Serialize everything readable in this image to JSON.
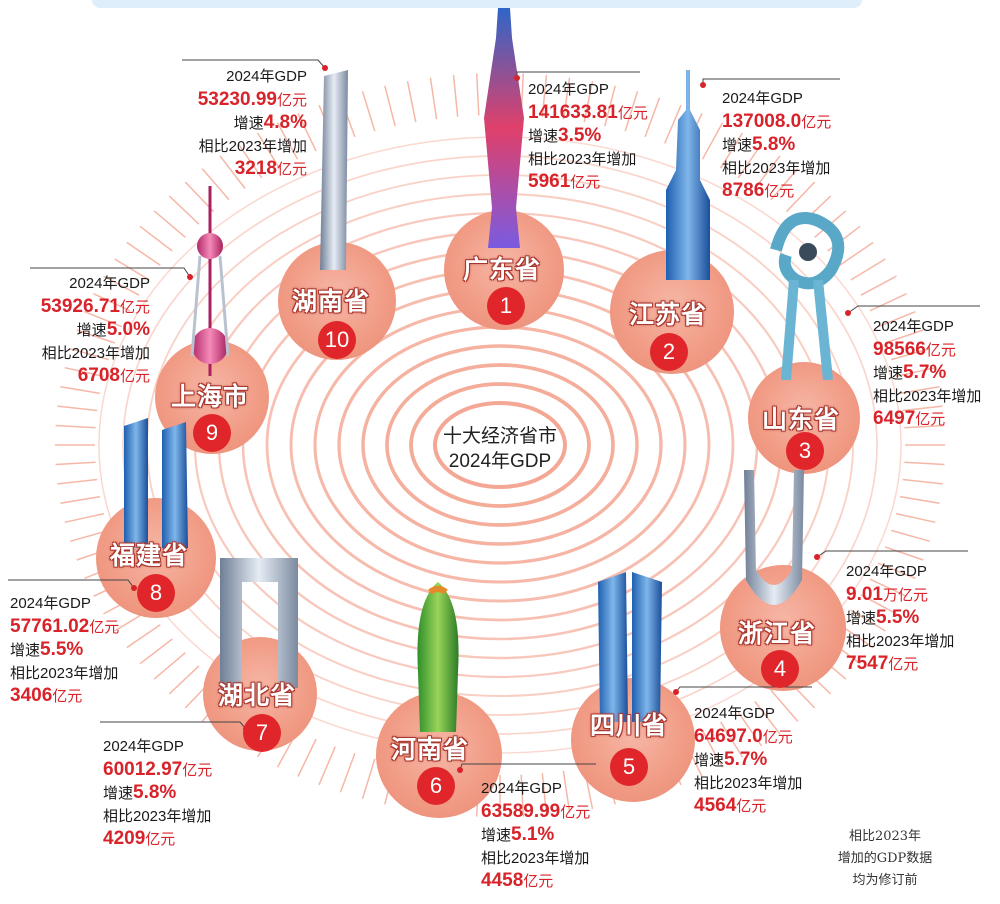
{
  "center": {
    "title": "十大经济省市",
    "subtitle": "2024年GDP"
  },
  "note": {
    "lines": [
      "相比2023年",
      "增加的GDP数据",
      "均为修订前"
    ]
  },
  "labels": {
    "gdp_year": "2024年GDP",
    "growth": "增速",
    "increase": "相比2023年增加"
  },
  "colors": {
    "accent": "#d8232a",
    "circle": "#f19c86",
    "rank_badge": "#e0262b",
    "rings": "#f08a70"
  },
  "provinces": [
    {
      "rank": "1",
      "name": "广东省",
      "gdp": "141633.81",
      "gdp_unit": "亿元",
      "growth": "3.5%",
      "increase": "5961",
      "increase_unit": "亿元",
      "building": "canton-tower-icon"
    },
    {
      "rank": "2",
      "name": "江苏省",
      "gdp": "137008.0",
      "gdp_unit": "亿元",
      "growth": "5.8%",
      "increase": "8786",
      "increase_unit": "亿元",
      "building": "zifeng-tower-icon"
    },
    {
      "rank": "3",
      "name": "山东省",
      "gdp": "98566",
      "gdp_unit": "亿元",
      "growth": "5.7%",
      "increase": "6497",
      "increase_unit": "亿元",
      "building": "spring-sculpture-icon"
    },
    {
      "rank": "4",
      "name": "浙江省",
      "gdp": "9.01",
      "gdp_unit": "万亿元",
      "growth": "5.5%",
      "increase": "7547",
      "increase_unit": "亿元",
      "building": "u-arch-icon"
    },
    {
      "rank": "5",
      "name": "四川省",
      "gdp": "64697.0",
      "gdp_unit": "亿元",
      "growth": "5.7%",
      "increase": "4564",
      "increase_unit": "亿元",
      "building": "twin-tower-icon"
    },
    {
      "rank": "6",
      "name": "河南省",
      "gdp": "63589.99",
      "gdp_unit": "亿元",
      "growth": "5.1%",
      "increase": "4458",
      "increase_unit": "亿元",
      "building": "corn-tower-icon"
    },
    {
      "rank": "7",
      "name": "湖北省",
      "gdp": "60012.97",
      "gdp_unit": "亿元",
      "growth": "5.8%",
      "increase": "4209",
      "increase_unit": "亿元",
      "building": "gate-building-icon"
    },
    {
      "rank": "8",
      "name": "福建省",
      "gdp": "57761.02",
      "gdp_unit": "亿元",
      "growth": "5.5%",
      "increase": "3406",
      "increase_unit": "亿元",
      "building": "dual-tower-icon"
    },
    {
      "rank": "9",
      "name": "上海市",
      "gdp": "53926.71",
      "gdp_unit": "亿元",
      "growth": "5.0%",
      "increase": "6708",
      "increase_unit": "亿元",
      "building": "oriental-pearl-tower-icon"
    },
    {
      "rank": "10",
      "name": "湖南省",
      "gdp": "53230.99",
      "gdp_unit": "亿元",
      "growth": "4.8%",
      "increase": "3218",
      "increase_unit": "亿元",
      "building": "slim-skyscraper-icon"
    }
  ]
}
